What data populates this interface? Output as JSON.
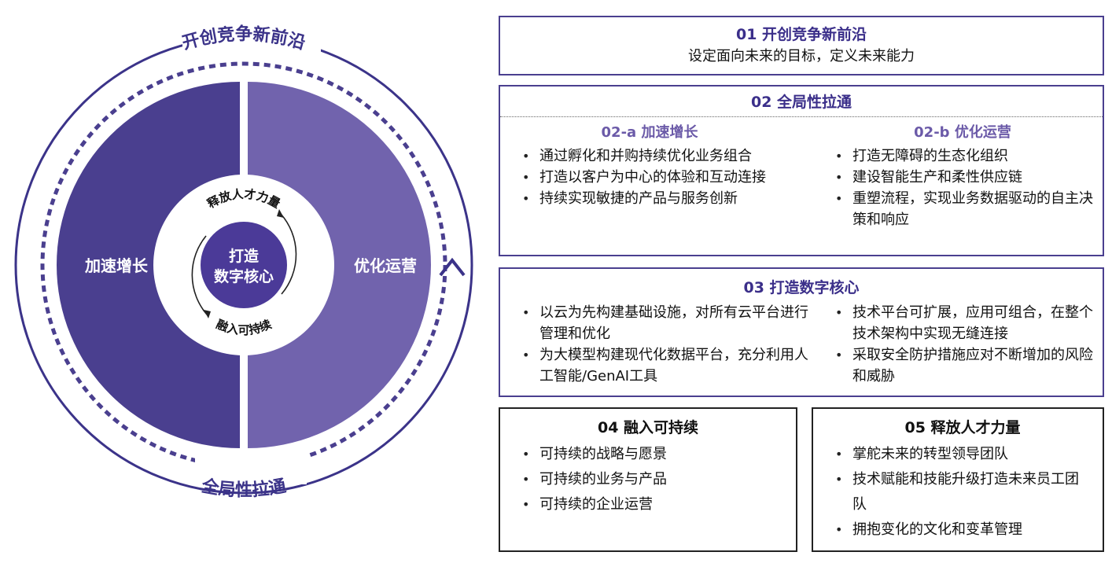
{
  "ring": {
    "outer_top": "开创竞争新前沿",
    "outer_bottom": "全局性拉通",
    "left": "加速增长",
    "right": "优化运营",
    "inner_top": "释放人才力量",
    "inner_bottom": "融入可持续",
    "core_line1": "打造",
    "core_line2": "数字核心"
  },
  "colors": {
    "dark_purple": "#4a3f8f",
    "light_purple": "#7163ad",
    "core": "#4b3a98",
    "title_purple": "#3b2f8a"
  },
  "box1": {
    "title": "01 开创竞争新前沿",
    "subtitle": "设定面向未来的目标，定义未来能力"
  },
  "box2": {
    "title": "02 全局性拉通",
    "col_a_title": "02-a 加速增长",
    "col_a_items": [
      "通过孵化和并购持续优化业务组合",
      "打造以客户为中心的体验和互动连接",
      "持续实现敏捷的产品与服务创新"
    ],
    "col_b_title": "02-b 优化运营",
    "col_b_items": [
      "打造无障碍的生态化组织",
      "建设智能生产和柔性供应链",
      "重塑流程，实现业务数据驱动的自主决策和响应"
    ]
  },
  "box3": {
    "title": "03 打造数字核心",
    "col_a_items": [
      "以云为先构建基础设施，对所有云平台进行管理和优化",
      "为大模型构建现代化数据平台，充分利用人工智能/GenAI工具"
    ],
    "col_b_items": [
      "技术平台可扩展，应用可组合，在整个技术架构中实现无缝连接",
      "采取安全防护措施应对不断增加的风险和威胁"
    ]
  },
  "box4": {
    "title": "04 融入可持续",
    "items": [
      "可持续的战略与愿景",
      "可持续的业务与产品",
      "可持续的企业运营"
    ]
  },
  "box5": {
    "title": "05 释放人才力量",
    "items": [
      "掌舵未来的转型领导团队",
      "技术赋能和技能升级打造未来员工团队",
      "拥抱变化的文化和变革管理"
    ]
  }
}
